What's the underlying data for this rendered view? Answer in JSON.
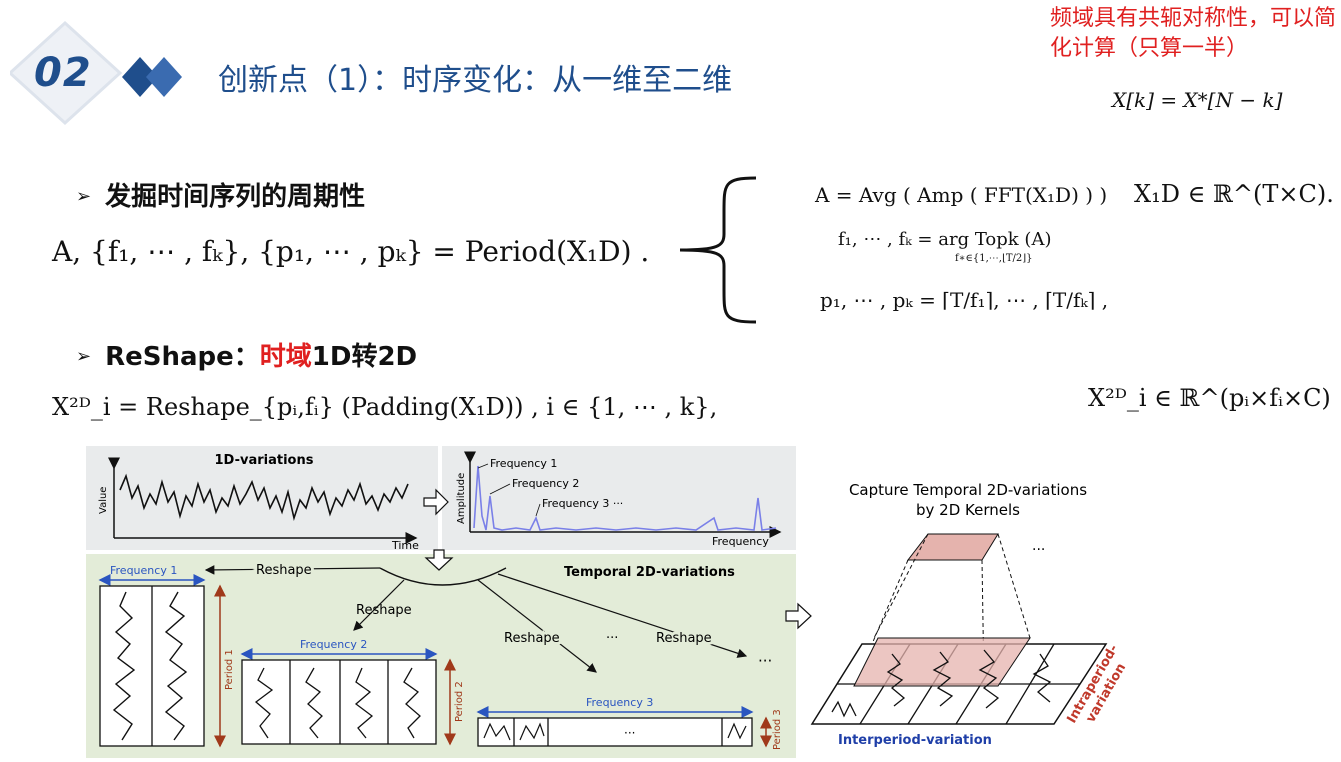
{
  "header": {
    "section_number": "02",
    "title": "创新点（1）：时序变化：从一维至二维"
  },
  "note": {
    "text": "频域具有共轭对称性，可以简化计算（只算一半）",
    "formula": "X[k] = X*[N − k]"
  },
  "bullet1": {
    "label": "发掘时间序列的周期性",
    "formula": "A, {f₁, ⋯ , fₖ}, {p₁, ⋯ , pₖ} = Period(X₁D) ."
  },
  "right_formulas": {
    "line1": "A = Avg ( Amp ( FFT(X₁D) ) )",
    "line1_domain": "X₁D ∈ ℝ^(T×C).",
    "line2": "f₁, ⋯ , fₖ =  arg Topk (A)",
    "line2_sub": "f∗∈{1,⋯,⌊T/2⌋}",
    "line3": "p₁, ⋯ , pₖ = ⌈T/f₁⌉, ⋯ , ⌈T/fₖ⌉ ,"
  },
  "bullet2": {
    "label_prefix": "ReShape：",
    "label_highlight": "时域",
    "label_suffix": "1D转2D",
    "formula": "X²ᴰ_i = Reshape_{pᵢ,fᵢ} (Padding(X₁D)) , i ∈ {1, ⋯ , k},",
    "domain": "X²ᴰ_i ∈ ℝ^(pᵢ×fᵢ×C)"
  },
  "diagram": {
    "panel1_title": "1D-variations",
    "panel1_ylabel": "Value",
    "panel1_xlabel": "Time",
    "panel2_ylabel": "Amplitude",
    "panel2_xlabel": "Frequency",
    "freq1": "Frequency 1",
    "freq2": "Frequency 2",
    "freq3": "Frequency 3 ···",
    "temporal_title": "Temporal 2D-variations",
    "reshape": "Reshape",
    "frequency_1": "Frequency 1",
    "frequency_2": "Frequency 2",
    "frequency_3": "Frequency 3",
    "period_1": "Period 1",
    "period_2": "Period 2",
    "period_3": "Period 3",
    "ellipsis": "···",
    "capture_line1": "Capture Temporal 2D-variations",
    "capture_line2": "by 2D Kernels",
    "interperiod": "Interperiod-variation",
    "intraperiod": "Intraperiod-\nvariation"
  },
  "colors": {
    "title_blue": "#1f4e8c",
    "accent_red": "#e02020",
    "panel_green": "#e3ecd8",
    "panel_gray": "#e9ebec",
    "freq_blue": "#2a55c0",
    "period_red": "#a0391a",
    "kernel_pink": "#e5b3ad"
  }
}
